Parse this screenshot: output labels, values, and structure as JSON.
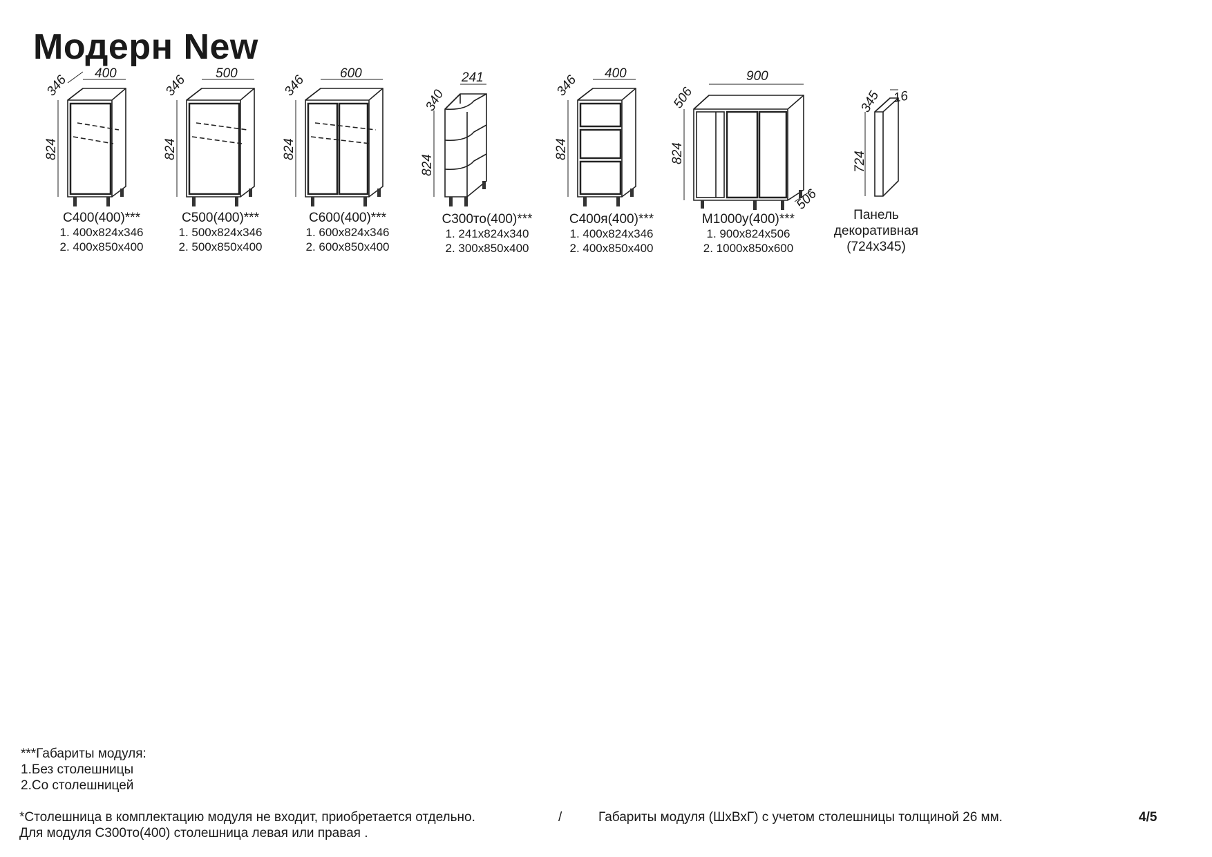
{
  "title": "Модерн New",
  "modules": [
    {
      "code": "С400(400)***",
      "line1": "1. 400х824х346",
      "line2": "2. 400х850х400",
      "width": "400",
      "depth": "346",
      "height": "824"
    },
    {
      "code": "С500(400)***",
      "line1": "1. 500х824х346",
      "line2": "2. 500х850х400",
      "width": "500",
      "depth": "346",
      "height": "824"
    },
    {
      "code": "С600(400)***",
      "line1": "1. 600х824х346",
      "line2": "2. 600х850х400",
      "width": "600",
      "depth": "346",
      "height": "824"
    },
    {
      "code": "С300то(400)***",
      "line1": "1. 241х824х340",
      "line2": "2. 300х850х400",
      "width": "241",
      "depth": "340",
      "height": "824"
    },
    {
      "code": "С400я(400)***",
      "line1": "1. 400х824х346",
      "line2": "2. 400х850х400",
      "width": "400",
      "depth": "346",
      "height": "824"
    },
    {
      "code": "М1000у(400)***",
      "line1": "1. 900х824х506",
      "line2": "2. 1000х850х600",
      "width": "900",
      "depth": "506",
      "height": "824",
      "depth2": "506"
    },
    {
      "code": "Панель",
      "line1": "декоративная",
      "line2": "(724х345)",
      "width": "16",
      "depth": "345",
      "height": "724"
    }
  ],
  "notes": {
    "heading": "***Габариты модуля:",
    "item1": "1.Без столешницы",
    "item2": "2.Со столешницей"
  },
  "footer": {
    "left": "*Столешница в комплектацию модуля не входит, приобретается отдельно.",
    "separator": "/",
    "right": "Габариты модуля (ШхВхГ) с учетом столешницы толщиной 26 мм.",
    "page": "4/5",
    "line2": "Для модуля С300то(400) столешница левая или правая ."
  }
}
